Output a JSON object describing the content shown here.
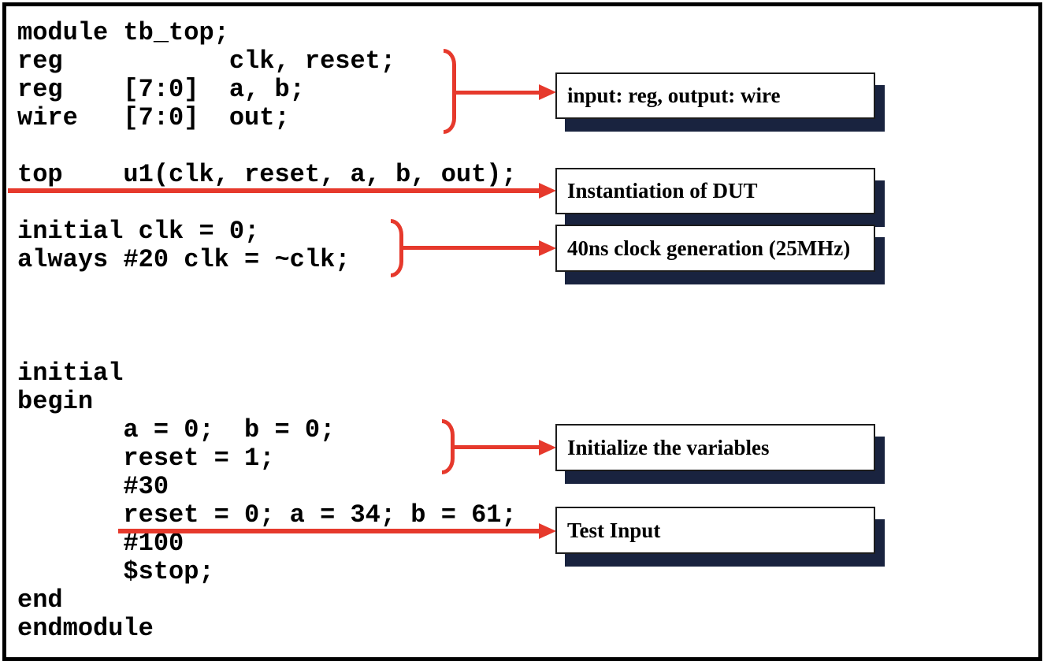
{
  "diagram": {
    "description": "Verilog testbench code with annotated callouts",
    "code": {
      "lines": [
        "module tb_top;",
        "reg           clk, reset;",
        "reg    [7:0]  a, b;",
        "wire   [7:0]  out;",
        "",
        "top    u1(clk, reset, a, b, out);",
        "",
        "initial clk = 0;",
        "always #20 clk = ~clk;",
        "",
        "",
        "",
        "initial",
        "begin",
        "       a = 0;  b = 0;",
        "       reset = 1;",
        "       #30",
        "       reset = 0; a = 34; b = 61;",
        "       #100",
        "       $stop;",
        "end",
        "endmodule"
      ]
    },
    "callouts": [
      {
        "label": "input: reg, output: wire"
      },
      {
        "label": "Instantiation of DUT"
      },
      {
        "label": "40ns clock generation (25MHz)"
      },
      {
        "label": "Initialize the variables"
      },
      {
        "label": "Test Input"
      }
    ],
    "colors": {
      "arrow_red": "#e6392c",
      "shadow_navy": "#19233f",
      "frame_border": "#000000",
      "callout_border": "#1c1c1c",
      "code_text": "#000000",
      "background": "#ffffff"
    }
  }
}
